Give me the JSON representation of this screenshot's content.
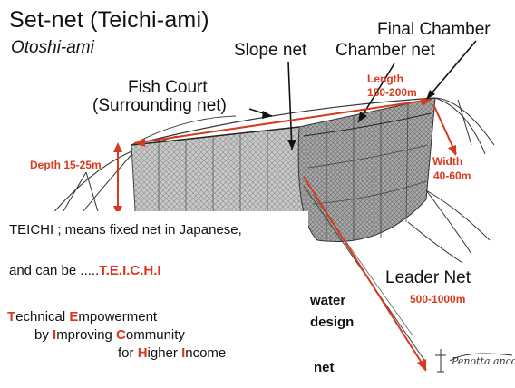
{
  "title": "Set-net (Teichi-ami)",
  "subtitle": "Otoshi-ami",
  "labels": {
    "final_chamber": "Final Chamber",
    "slope_net": "Slope net",
    "chamber_net": "Chamber net",
    "fish_court_1": "Fish Court",
    "fish_court_2": "(Surrounding net)",
    "leader_net": "Leader Net"
  },
  "dimensions": {
    "length_label": "Length",
    "length_value": "150-200m",
    "depth": "Depth 15-25m",
    "width_label": "Width",
    "width_value": "40-60m",
    "leader_value": "500-1000m"
  },
  "caption": {
    "line1": "TEICHI ; means fixed net in Japanese,",
    "line2_prefix": "and can be .....",
    "line2_acronym": "T.E.I.C.H.I",
    "tagline": [
      {
        "cap": "T",
        "rest": "echnical "
      },
      {
        "cap": "E",
        "rest": "mpowerment"
      },
      {
        "pre": "by ",
        "cap": "I",
        "rest": "mproving "
      },
      {
        "cap": "C",
        "rest": "ommunity"
      },
      {
        "pre": "for ",
        "cap": "H",
        "rest": "igher "
      },
      {
        "cap": "I",
        "rest": "ncome"
      }
    ]
  },
  "partial_text": {
    "water": "water",
    "design": "design",
    "net": "net"
  },
  "colors": {
    "accent": "#d9391f",
    "text": "#111111",
    "net_gray": "#8a8a8a"
  }
}
